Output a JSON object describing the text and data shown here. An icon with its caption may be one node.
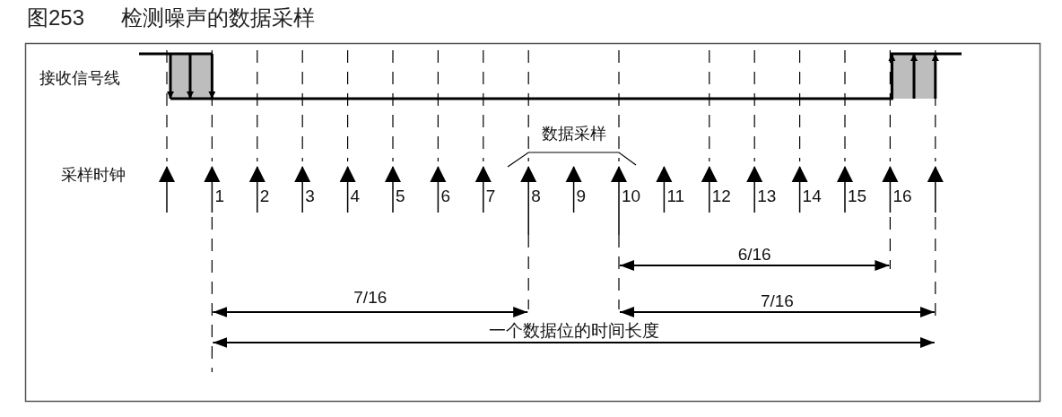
{
  "diagram": {
    "title": "图253 检测噪声的数据采样",
    "labels": [
      "接收信号线",
      "数据采样",
      "采样时钟",
      "1",
      "2",
      "3",
      "4",
      "5",
      "6",
      "7",
      "8",
      "9",
      "10",
      "11",
      "12",
      "13",
      "14",
      "15",
      "16",
      "6/16",
      "7/16",
      "7/16",
      "一个数据位的时间长度"
    ]
  }
}
